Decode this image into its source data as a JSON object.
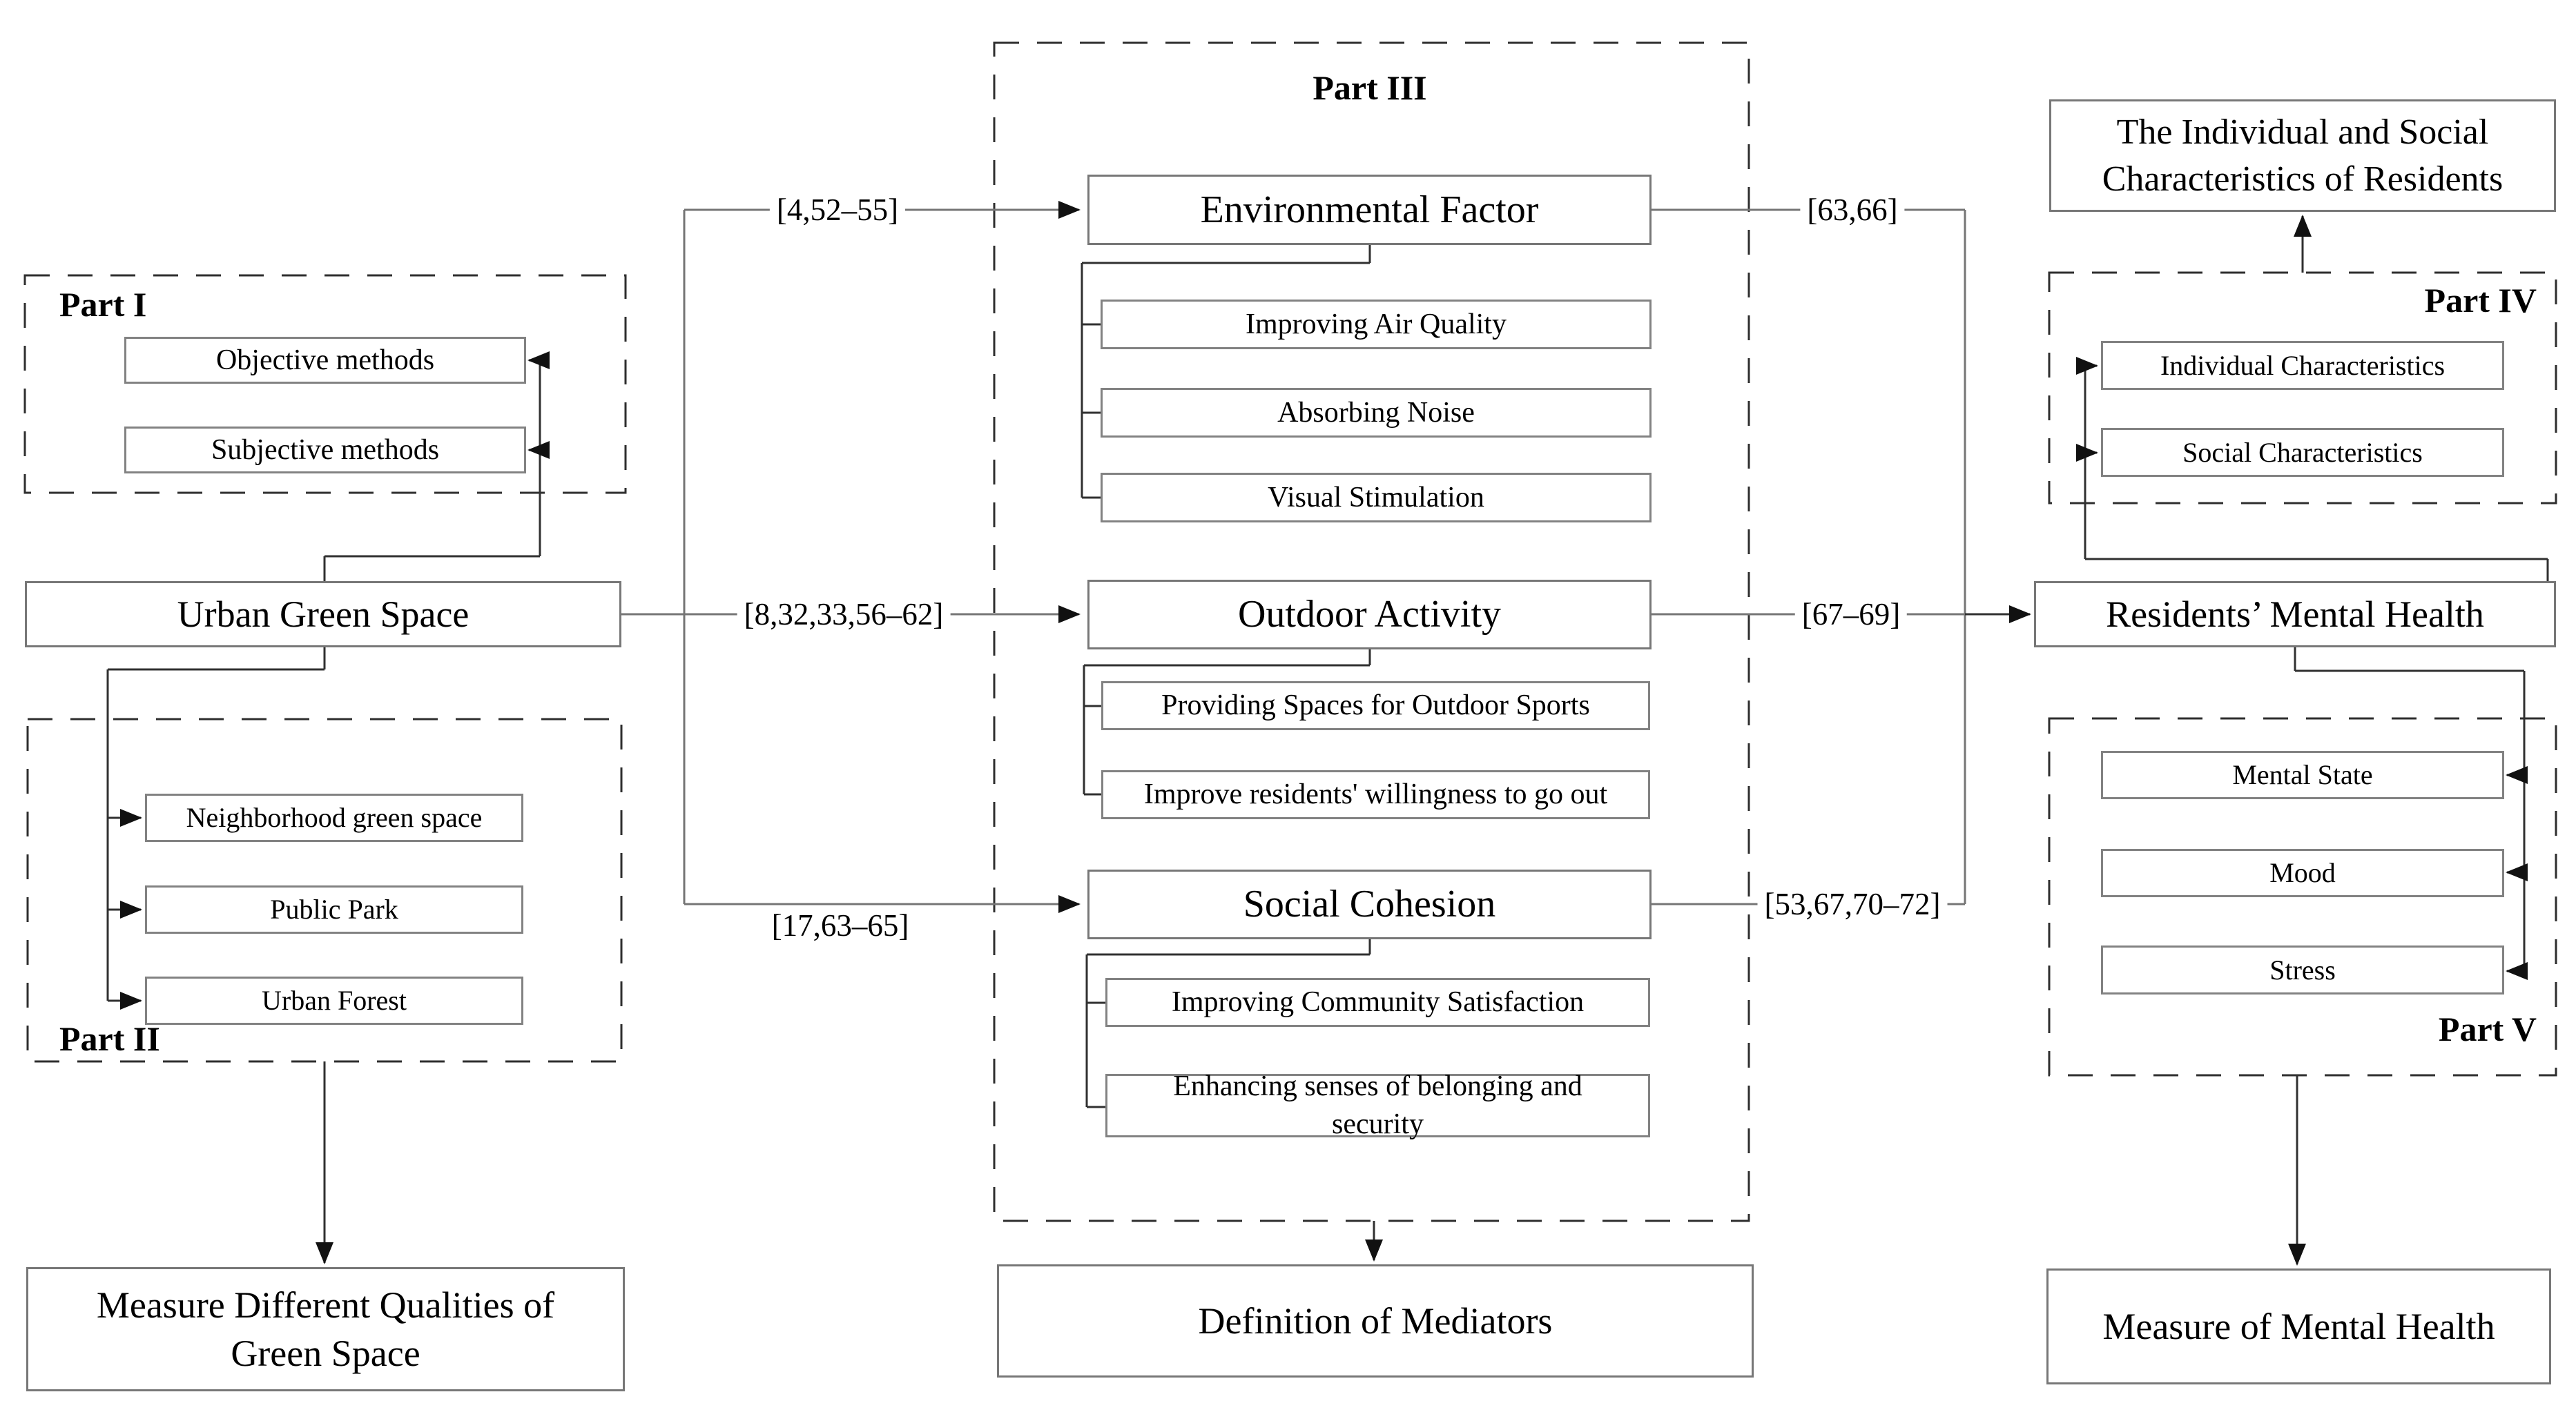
{
  "part1": {
    "label": "Part I",
    "items": [
      "Objective methods",
      "Subjective methods"
    ]
  },
  "part2": {
    "label": "Part II",
    "items": [
      "Neighborhood green space",
      "Public Park",
      "Urban Forest"
    ]
  },
  "part3": {
    "label": "Part III",
    "env": {
      "title": "Environmental Factor",
      "children": [
        "Improving Air Quality",
        "Absorbing Noise",
        "Visual Stimulation"
      ]
    },
    "outdoor": {
      "title": "Outdoor Activity",
      "children": [
        "Providing  Spaces for Outdoor Sports",
        "Improve residents' willingness to go out"
      ]
    },
    "social": {
      "title": "Social Cohesion",
      "children": [
        "Improving Community Satisfaction",
        "Enhancing  senses of belonging and security"
      ]
    }
  },
  "part4": {
    "label": "Part IV",
    "items": [
      "Individual Characteristics",
      "Social Characteristics"
    ]
  },
  "part5": {
    "label": "Part V",
    "items": [
      "Mental State",
      "Mood",
      "Stress"
    ]
  },
  "nodes": {
    "urban_green_space": "Urban Green Space",
    "measure_green_space": "Measure Different Qualities of Green Space",
    "definition_of_mediators": "Definition of Mediators",
    "individual_social_residents": "The Individual and Social Characteristics of Residents",
    "residents_mental_health": "Residents’ Mental Health",
    "measure_mental_health": "Measure of Mental Health"
  },
  "citations": {
    "left": [
      "[4,52–55]",
      "[8,32,33,56–62]",
      "[17,63–65]"
    ],
    "right": [
      "[63,66]",
      "[67–69]",
      "[53,67,70–72]"
    ]
  },
  "colors": {
    "line_gray": "#757575",
    "line_dark": "#303030",
    "border": "#777777",
    "background": "#ffffff"
  }
}
